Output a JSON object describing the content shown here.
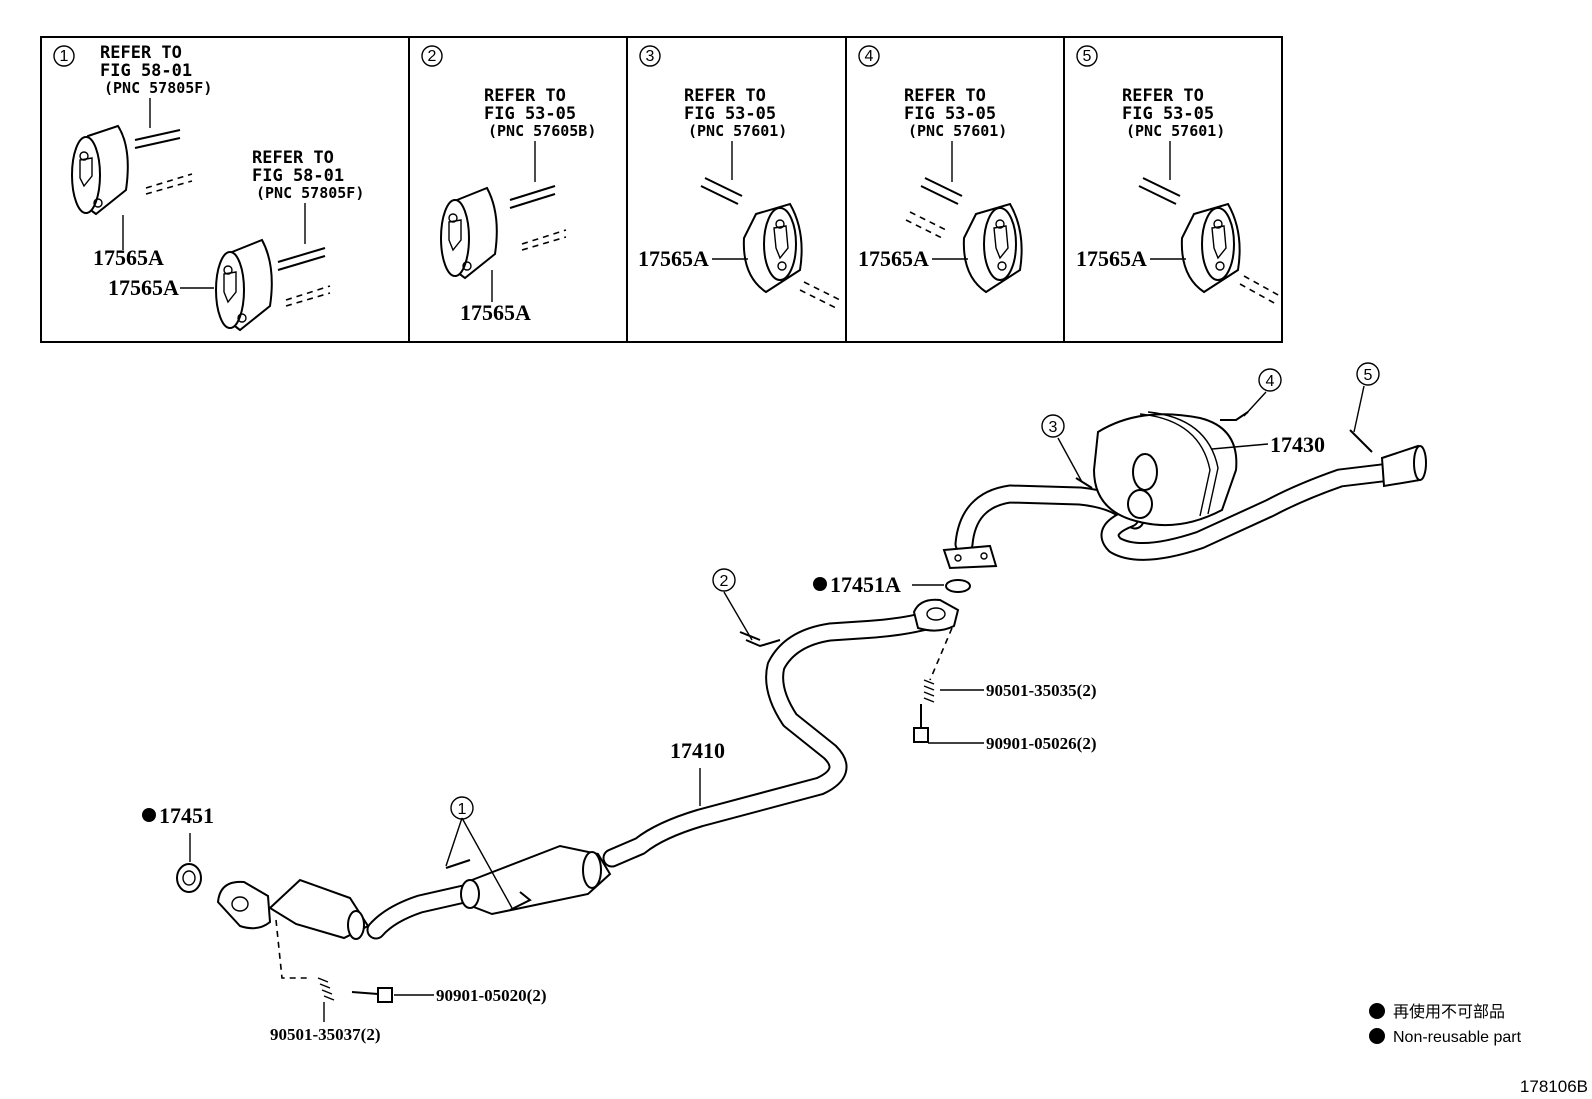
{
  "insets": [
    {
      "number": "1",
      "refs": [
        {
          "line1": "REFER TO",
          "line2": "FIG 58-01",
          "pnc": "(PNC 57805F)"
        },
        {
          "line1": "REFER TO",
          "line2": "FIG 58-01",
          "pnc": "(PNC 57805F)"
        }
      ],
      "parts": [
        "17565A",
        "17565A"
      ]
    },
    {
      "number": "2",
      "refs": [
        {
          "line1": "REFER TO",
          "line2": "FIG 53-05",
          "pnc": "(PNC 57605B)"
        }
      ],
      "parts": [
        "17565A"
      ]
    },
    {
      "number": "3",
      "refs": [
        {
          "line1": "REFER TO",
          "line2": "FIG 53-05",
          "pnc": "(PNC 57601)"
        }
      ],
      "parts": [
        "17565A"
      ]
    },
    {
      "number": "4",
      "refs": [
        {
          "line1": "REFER TO",
          "line2": "FIG 53-05",
          "pnc": "(PNC 57601)"
        }
      ],
      "parts": [
        "17565A"
      ]
    },
    {
      "number": "5",
      "refs": [
        {
          "line1": "REFER TO",
          "line2": "FIG 53-05",
          "pnc": "(PNC 57601)"
        }
      ],
      "parts": [
        "17565A"
      ]
    }
  ],
  "callouts": [
    "1",
    "2",
    "3",
    "4",
    "5"
  ],
  "parts": {
    "muffler": "17430",
    "gasket_mid": "17451A",
    "exhaust_pipe": "17410",
    "gasket_front": "17451",
    "spring_mid": "90501-35035(2)",
    "bolt_mid": "90901-05026(2)",
    "bolt_front": "90901-05020(2)",
    "spring_front": "90501-35037(2)"
  },
  "legend": {
    "jp": "再使用不可部品",
    "en": "Non-reusable part"
  },
  "figure_id": "178106B"
}
